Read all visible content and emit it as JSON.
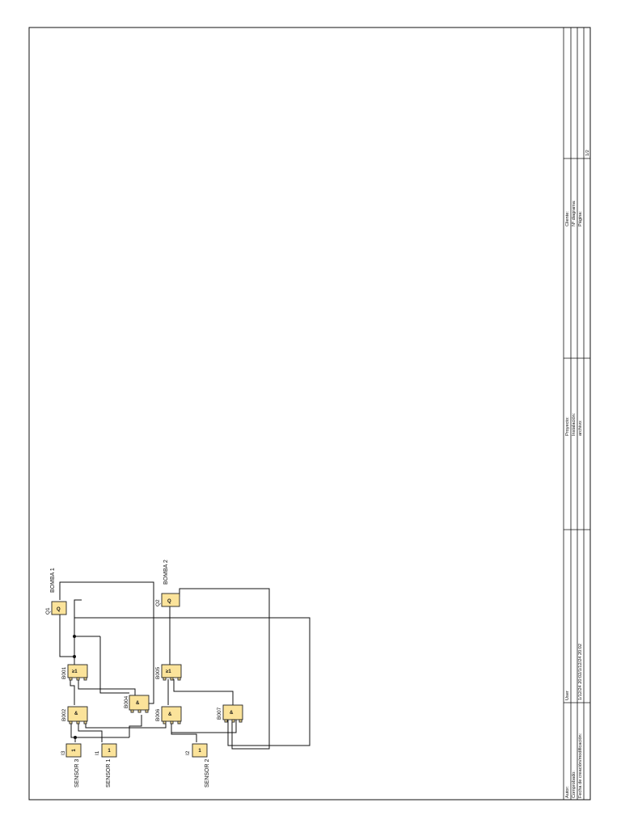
{
  "title_block": {
    "autor_label": "Autor:",
    "comprobado_label": "Comprobado:",
    "fecha_label": "Fecha de creación/modificación:",
    "autor_value": "User",
    "fecha_value": "1/12/24 20:02/1/12/24 20:02",
    "proyecto_label": "Proyecto:",
    "instalacion_label": "Instalación:",
    "archivo_label": "archivo:",
    "cliente_label": "Cliente:",
    "diagrama_label": "Nº diagrama:",
    "pagina_label": "Página:",
    "pagina_value": "1/2"
  },
  "blocks": {
    "i3": {
      "id": "I3",
      "symbol": "1",
      "name": "SENSOR 3"
    },
    "i1": {
      "id": "I1",
      "symbol": "1",
      "name": "SENSOR 1"
    },
    "i2": {
      "id": "I2",
      "symbol": "1",
      "name": "SENSOR 2"
    },
    "b002": {
      "id": "B002",
      "symbol": "&"
    },
    "b001": {
      "id": "B001",
      "symbol": "≥1"
    },
    "b004": {
      "id": "B004",
      "symbol": "&"
    },
    "b006": {
      "id": "B006",
      "symbol": "&"
    },
    "b005": {
      "id": "B005",
      "symbol": "≥1"
    },
    "b007": {
      "id": "B007",
      "symbol": "&"
    },
    "q1": {
      "id": "Q1",
      "symbol": "Q",
      "name": "BOMBA 1"
    },
    "q2": {
      "id": "Q2",
      "symbol": "Q",
      "name": "BOMBA 2"
    }
  }
}
